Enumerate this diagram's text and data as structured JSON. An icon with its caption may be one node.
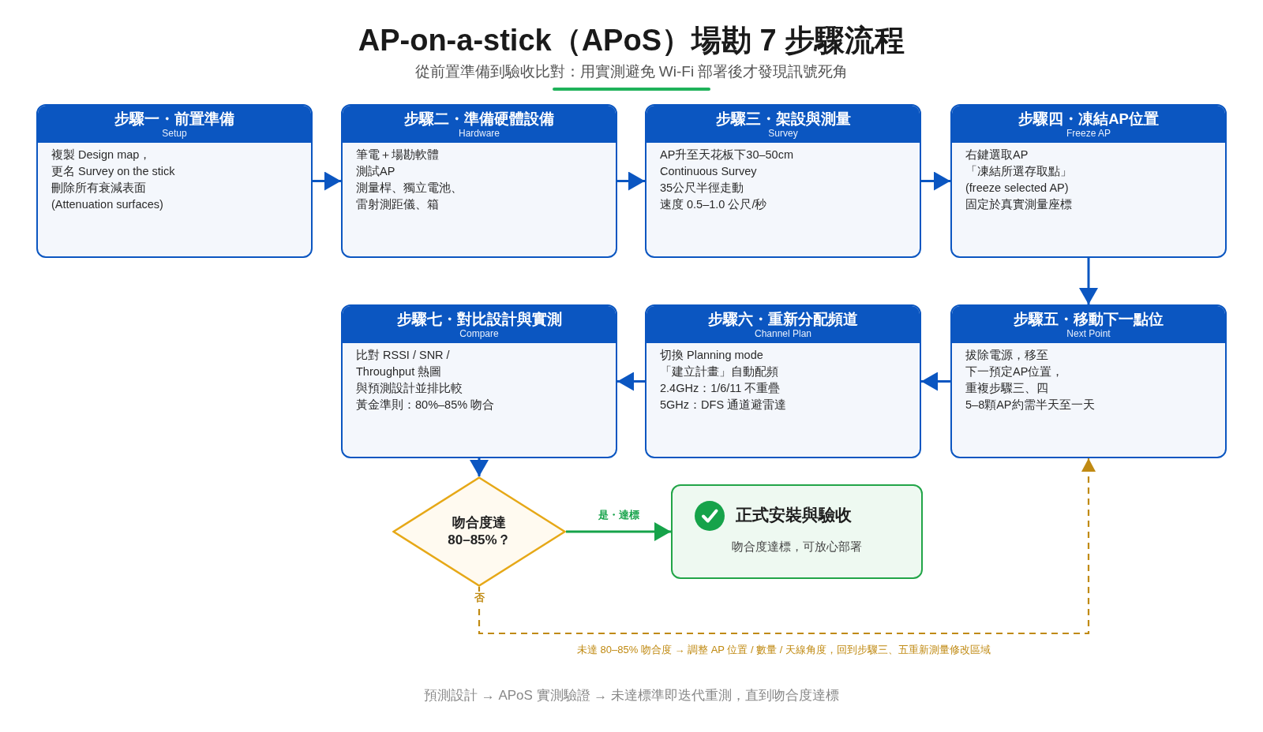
{
  "diagram": {
    "title": "AP-on-a-stick（APoS）場勘 7 步驟流程",
    "caption": "預測設計 → APoS 實測驗證 → 未達標準即迭代重測，直到吻合度達標",
    "nodes": [
      {
        "text": [
          "步驟一・前置準備",
          "Setup",
          "複製 Design map，",
          "更名 Survey on the stick",
          "刪除所有衰減表面",
          "(Attenuation surfaces)"
        ]
      },
      {
        "text": [
          "步驟二・準備硬體設備",
          "Hardware",
          "筆電＋場勘軟體",
          "測試AP",
          "測量桿、獨立電池、",
          "雷射測距儀、箱"
        ]
      },
      {
        "text": [
          "步驟三・架設與測量",
          "Survey",
          "AP升至天花板下30–50cm",
          "Continuous Survey",
          "35公尺半徑走動",
          "速度 0.5–1.0 公尺/秒"
        ]
      },
      {
        "text": [
          "步驟四・凍結AP位置",
          "Freeze AP",
          "右鍵選取AP",
          "「凍結所選存取點」",
          "(freeze selected AP)",
          "固定於真實測量座標"
        ]
      },
      {
        "text": [
          "步驟五・移動下一點位",
          "Next Point",
          "拔除電源，移至",
          "下一預定AP位置，",
          "重複步驟三、四",
          "5–8顆AP約需半天至一天"
        ]
      },
      {
        "text": [
          "步驟六・重新分配頻道",
          "Channel Plan",
          "切換 Planning mode",
          "「建立計畫」自動配頻",
          "2.4GHz：1/6/11 不重疊",
          "5GHz：DFS 通道避雷達"
        ]
      },
      {
        "text": [
          "步驟七・對比設計與實測",
          "Compare",
          "比對 RSSI / SNR /",
          "Throughput 熱圖",
          "與預測設計並排比較",
          "黃金準則：80%–85% 吻合"
        ]
      },
      {
        "text": [
          "吻合度達 80–85%？"
        ]
      },
      {
        "text": [
          "正式安裝與驗收",
          "吻合度達標，可放心部署"
        ]
      }
    ],
    "edges": [
      {
        "from": 0,
        "to": 1,
        "arrow": "to"
      },
      {
        "from": 1,
        "to": 2,
        "arrow": "to"
      },
      {
        "from": 2,
        "to": 3,
        "arrow": "to"
      },
      {
        "from": 3,
        "to": 4,
        "arrow": "to"
      },
      {
        "from": 4,
        "to": 5,
        "arrow": "to"
      },
      {
        "from": 5,
        "to": 6,
        "arrow": "to"
      },
      {
        "from": 6,
        "to": 7,
        "arrow": "to"
      },
      {
        "from": 7,
        "to": 8,
        "arrow": "to",
        "label": "是・達標",
        "color": "#16a34a"
      },
      {
        "from": 7,
        "to": 4,
        "arrow": "to",
        "label": "否",
        "style": "dashed",
        "color": "#c08a12"
      }
    ],
    "labels": [
      "從前置準備到驗收比對：用實測避免 Wi-Fi 部署後才發現訊號死角",
      "未達 80–85% 吻合度 → 調整 AP 位置 / 數量 / 天線角度，回到步驟三、五重新測量修改區域"
    ]
  }
}
